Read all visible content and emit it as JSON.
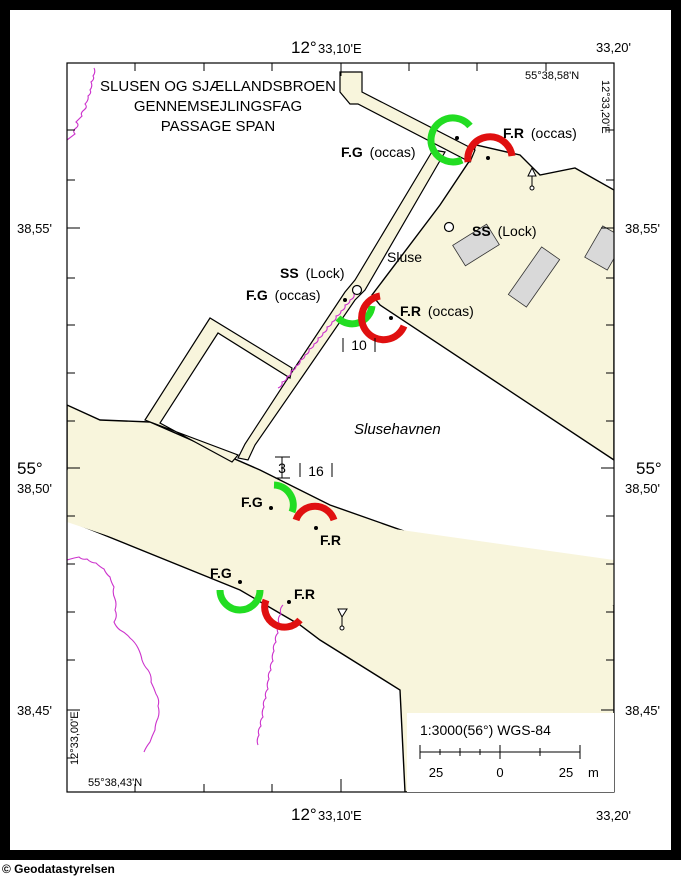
{
  "colors": {
    "frame": "#000000",
    "water": "#ffffff",
    "land": "#f8f5dc",
    "building": "#d9d9d9",
    "green_sector": "#22dd22",
    "red_sector": "#e01010",
    "shoreline": "#cc33cc"
  },
  "title": {
    "line1": "SLUSEN OG SJÆLLANDSBROEN",
    "line2": "GENNEMSEJLINGSFAG",
    "line3": "PASSAGE SPAN"
  },
  "coords": {
    "top_lon_major_deg": "12°",
    "top_lon_major_min": "33,10'E",
    "top_lon_right": "33,20'",
    "bottom_lon_major_deg": "12°",
    "bottom_lon_major_min": "33,10'E",
    "bottom_lon_right": "33,20'",
    "lat_top_right": "55°38,58'N",
    "lat_bottom_left": "55°38,43'N",
    "lon_vertical_right": "12°33,20'E",
    "lon_vertical_left": "12°33,00'E",
    "left_lat_55": "38,55'",
    "right_lat_55": "38,55'",
    "left_deg": "55°",
    "left_50": "38,50'",
    "right_deg": "55°",
    "right_50": "38,50'",
    "left_45": "38,45'",
    "right_45": "38,45'"
  },
  "lights": {
    "fg_top": "F.G",
    "fg_top_note": "(occas)",
    "fr_top": "F.R",
    "fr_top_note": "(occas)",
    "ss_right": "SS",
    "ss_right_note": "(Lock)",
    "sluse": "Sluse",
    "ss_left": "SS",
    "ss_left_note": "(Lock)",
    "fg_mid": "F.G",
    "fg_mid_note": "(occas)",
    "fr_mid": "F.R",
    "fr_mid_note": "(occas)",
    "fg_low1": "F.G",
    "fr_low1": "F.R",
    "fg_low2": "F.G",
    "fr_low2": "F.R"
  },
  "dimensions": {
    "span_10": "10",
    "span_3": "3",
    "span_16": "16"
  },
  "area_name": "Slusehavnen",
  "scale": {
    "text": "1:3000(56°) WGS-84",
    "tick_25_left": "25",
    "tick_0": "0",
    "tick_25_right": "25",
    "unit": "m"
  },
  "copyright": "© Geodatastyrelsen"
}
